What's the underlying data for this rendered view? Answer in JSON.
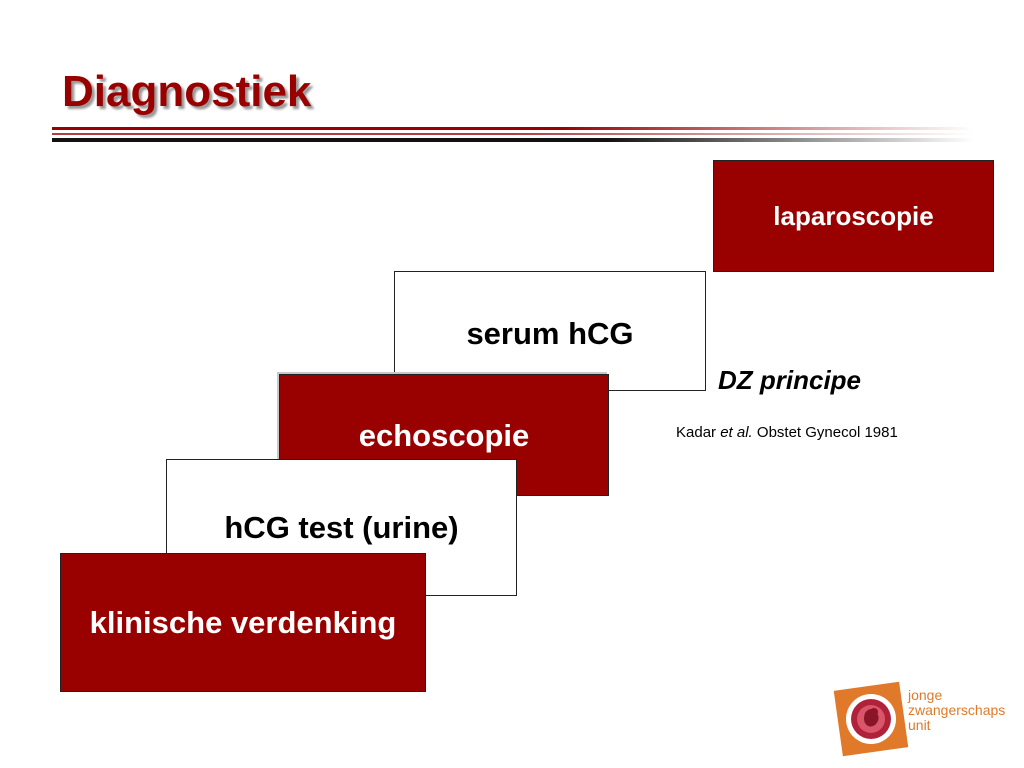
{
  "slide": {
    "title": "Diagnostiek"
  },
  "steps": {
    "laparoscopie": "laparoscopie",
    "serum_hcg": "serum hCG",
    "echoscopie": "echoscopie",
    "hcg_test": "hCG test (urine)",
    "klinische": "klinische verdenking"
  },
  "principle": "DZ principe",
  "reference": {
    "author": "Kadar",
    "etal": "et al.",
    "journal": "Obstet Gynecol 1981"
  },
  "logo": {
    "line1": "jonge",
    "line2": "zwangerschaps",
    "line3": "unit"
  },
  "colors": {
    "accent": "#990000",
    "logo_orange": "#e07a2a"
  }
}
